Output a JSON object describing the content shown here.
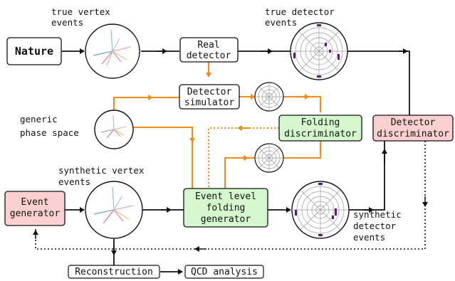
{
  "labels": {
    "true_vertex_events": [
      "true vertex",
      "events"
    ],
    "true_detector_events": [
      "true detector",
      "events"
    ],
    "generic_phase_space": [
      "generic",
      "phase space"
    ],
    "synthetic_vertex_events": [
      "synthetic vertex",
      "events"
    ],
    "synthetic_detector_events": [
      "synthetic",
      "detector",
      "events"
    ]
  },
  "boxes": {
    "nature": "Nature",
    "real_detector": [
      "Real",
      "detector"
    ],
    "detector_simulator": [
      "Detector",
      "simulator"
    ],
    "folding_discriminator": [
      "Folding",
      "discriminator"
    ],
    "detector_discriminator": [
      "Detector",
      "discriminator"
    ],
    "event_generator": [
      "Event",
      "generator"
    ],
    "event_level_folding_generator": [
      "Event level",
      "folding",
      "generator"
    ],
    "reconstruction": "Reconstruction",
    "qcd_analysis": "QCD analysis"
  },
  "colors": {
    "flow_primary": "#111111",
    "flow_simulation": "#f28a1c",
    "discriminator_fill": "#fbd0d0",
    "generator_fill": "#d4f7cd",
    "neutral_fill": "#ffffff"
  }
}
